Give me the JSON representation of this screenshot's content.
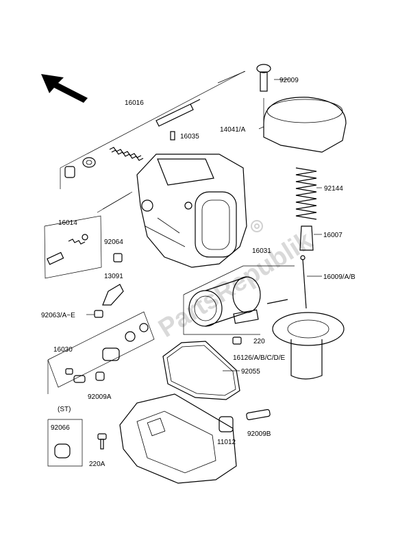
{
  "diagram": {
    "watermark": "PartsRepublik",
    "labels": {
      "p92009": "92009",
      "p16016": "16016",
      "p14041": "14041/A",
      "p16035": "16035",
      "p92144": "92144",
      "p16014": "16014",
      "p92064": "92064",
      "p16007": "16007",
      "p16031": "16031",
      "p13091": "13091",
      "p16009": "16009/A/B",
      "p92063": "92063/A~E",
      "p220": "220",
      "p16030": "16030",
      "p16126": "16126/A/B/C/D/E",
      "p92055": "92055",
      "p92009a": "92009A",
      "pst": "(ST)",
      "p92066": "92066",
      "p11012": "11012",
      "p92009b": "92009B",
      "p220a": "220A"
    }
  }
}
